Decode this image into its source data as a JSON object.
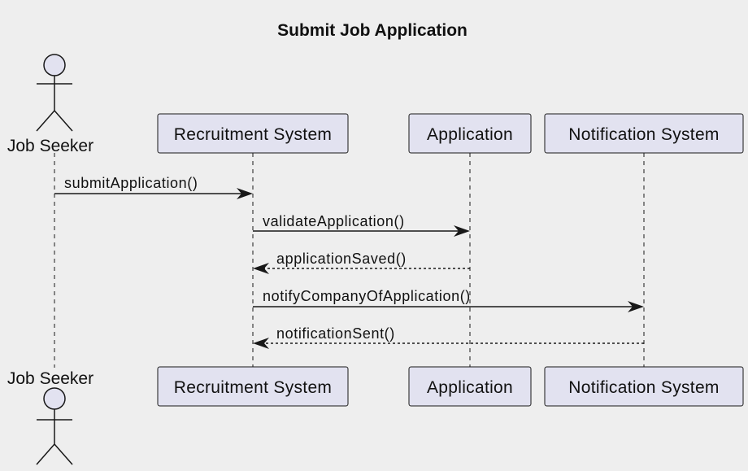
{
  "title": "Submit Job Application",
  "participants": {
    "actor": {
      "label": "Job Seeker"
    },
    "recruitment": {
      "label": "Recruitment System"
    },
    "application": {
      "label": "Application"
    },
    "notification": {
      "label": "Notification System"
    }
  },
  "messages": [
    {
      "label": "submitApplication()",
      "from": "actor",
      "to": "recruitment",
      "style": "solid"
    },
    {
      "label": "validateApplication()",
      "from": "recruitment",
      "to": "application",
      "style": "solid"
    },
    {
      "label": "applicationSaved()",
      "from": "application",
      "to": "recruitment",
      "style": "dashed"
    },
    {
      "label": "notifyCompanyOfApplication()",
      "from": "recruitment",
      "to": "notification",
      "style": "solid"
    },
    {
      "label": "notificationSent()",
      "from": "notification",
      "to": "recruitment",
      "style": "dashed"
    }
  ]
}
